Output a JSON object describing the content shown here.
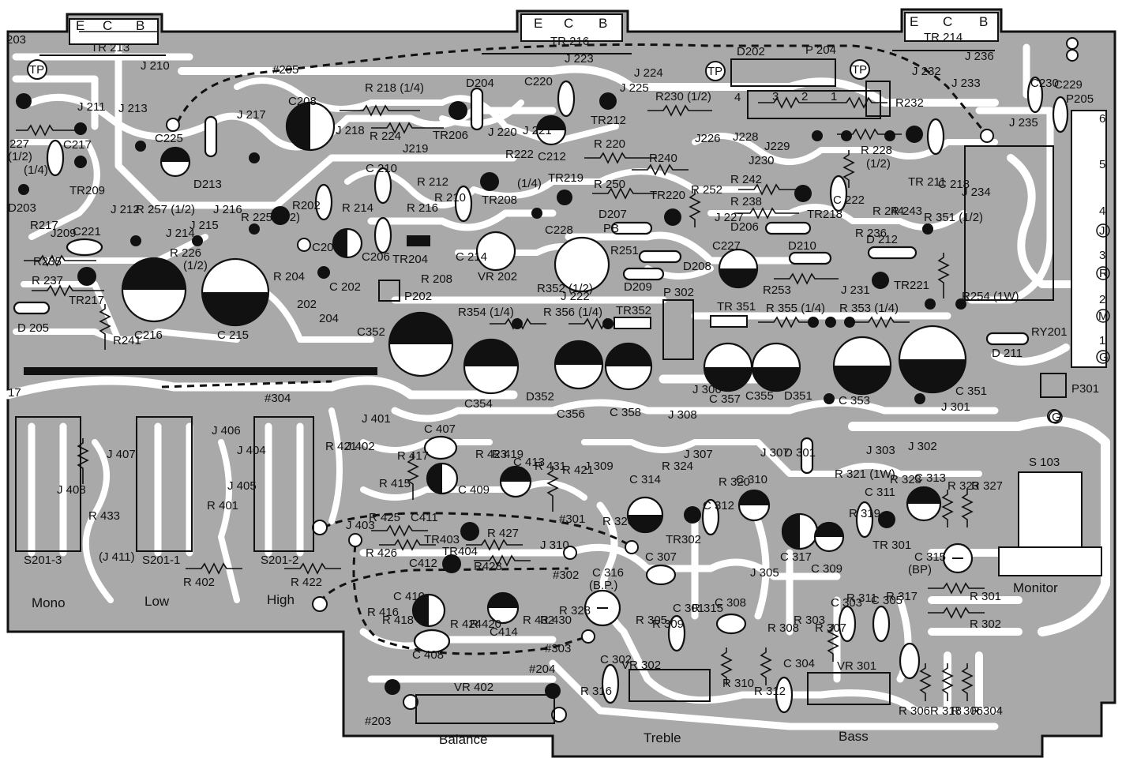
{
  "transistor_headers": [
    {
      "name": "TR 213",
      "pins": [
        "E",
        "C",
        "B"
      ]
    },
    {
      "name": "TR 216",
      "pins": [
        "E",
        "C",
        "B"
      ]
    },
    {
      "name": "TR 214",
      "pins": [
        "E",
        "C",
        "B"
      ]
    }
  ],
  "component_labels": [
    "203",
    "TR 213",
    "J 210",
    "#205",
    "TP",
    "TP",
    "TP",
    "J 211",
    "J 213",
    "C217",
    "227",
    "(1/2)",
    "(1/4)",
    "D203",
    "R217",
    "J209",
    "TR209",
    "C221",
    "R235",
    "R 237",
    "TR217",
    "D 205",
    "R241",
    "C216",
    "C 215",
    "C225",
    "D213",
    "J 212",
    "R 257 (1/2)",
    "J 214",
    "J 215",
    "R 226",
    "(1/2)",
    "J 216",
    "J 217",
    "R 225 (1/2)",
    "C208",
    "J 218",
    "R202",
    "C204",
    "R 204",
    "202",
    "204",
    "C 202",
    "C206",
    "R 214",
    "C 210",
    "R 218 (1/4)",
    "R 224",
    "TR206",
    "D204",
    "J 220",
    "J219",
    "R 216",
    "R 212",
    "R 210",
    "TR204",
    "R 208",
    "C 214",
    "R222",
    "(1/4)",
    "TR208",
    "VR 202",
    "J 221",
    "C220",
    "C212",
    "TR219",
    "R352 (1/2)",
    "C228",
    "PB",
    "R251",
    "D209",
    "J 222",
    "J 223",
    "J 224",
    "TR 216",
    "J 225",
    "TR212",
    "R230 (1/2)",
    "R 220",
    "R240",
    "R 250",
    "TR220",
    "D207",
    "R 252",
    "J226",
    "D208",
    "C227",
    "P202",
    "P 302",
    "TR352",
    "R354 (1/4)",
    "R 356 (1/4)",
    "C352",
    "C354",
    "D352",
    "C356",
    "C 358",
    "J 308",
    "J 306",
    "TR 351",
    "R 355 (1/4)",
    "R 353 (1/4)",
    "C 357",
    "C355",
    "D351",
    "C 353",
    "C 351",
    "J 301",
    "D202",
    "P 204",
    "4",
    "3",
    "2",
    "1",
    "R232",
    "J228",
    "J229",
    "J230",
    "R 242",
    "R 238",
    "J 227",
    "D206",
    "TR218",
    "C 222",
    "D210",
    "R253",
    "J 231",
    "R 236",
    "R 244",
    "R 243",
    "TR 211",
    "R 228",
    "(1/2)",
    "D 212",
    "TR221",
    "R 351 (1/2)",
    "R254 (1W)",
    "C 218",
    "J 234",
    "J 232",
    "J 233",
    "J 236",
    "TR 214",
    "J 235",
    "C230",
    "C229",
    "P205",
    "RY201",
    "D 211",
    "P301",
    "17",
    "J 408",
    "R 433",
    "(J 411)",
    "J 407",
    "S201-3",
    "Mono",
    "R 401",
    "J 406",
    "J 405",
    "J 404",
    "S201-1",
    "R 402",
    "Low",
    "#304",
    "R 421",
    "J 402",
    "J 401",
    "S201-2",
    "R 422",
    "High",
    "J 403",
    "R 415",
    "R 417",
    "C 407",
    "C 409",
    "C411",
    "R 423",
    "R 419",
    "C 413",
    "R 431",
    "R 421",
    "R 425",
    "TR403",
    "R 427",
    "TR404",
    "R 426",
    "J 310",
    "C412",
    "R428",
    "#301",
    "#302",
    "C 410",
    "R 416",
    "R 418",
    "R 424",
    "R 420",
    "C414",
    "R 432",
    "R 430",
    "C 408",
    "#303",
    "J 309",
    "C 307",
    "C 316",
    "(B.P.)",
    "R 328",
    "R 326",
    "C 314",
    "R 324",
    "J 307",
    "C 312",
    "R 320",
    "C 310",
    "J 307",
    "D 301",
    "R 321 (1W)",
    "R 319",
    "C 311",
    "J 303",
    "R 323",
    "J 302",
    "C 313",
    "R 323",
    "R 327",
    "TR302",
    "TR 301",
    "C 317",
    "C 309",
    "J 305",
    "C 315",
    "(BP)",
    "S 103",
    "Monitor",
    "R 301",
    "R 302",
    "R 305",
    "R 309",
    "C 301",
    "R 315",
    "C 308",
    "R 308",
    "R 303",
    "R 307",
    "C 303",
    "R 311",
    "C 305",
    "R 317",
    "R 316",
    "C 302",
    "VR 302",
    "R 310",
    "R 312",
    "C 304",
    "VR 301",
    "R 306",
    "R 318",
    "R 306",
    "R 304",
    "#204",
    "#203",
    "VR 402",
    "Balance",
    "Treble",
    "Bass"
  ],
  "connector_p205_pins": [
    "6",
    "5",
    "4",
    "J",
    "3",
    "R",
    "2",
    "M",
    "1",
    "G"
  ],
  "panel_labels": {
    "mono": "Mono",
    "low": "Low",
    "high": "High",
    "balance": "Balance",
    "treble": "Treble",
    "bass": "Bass",
    "monitor": "Monitor",
    "ground": "G"
  },
  "colors": {
    "board": "#a9a9a9",
    "trace": "#ffffff",
    "ink": "#111111"
  }
}
